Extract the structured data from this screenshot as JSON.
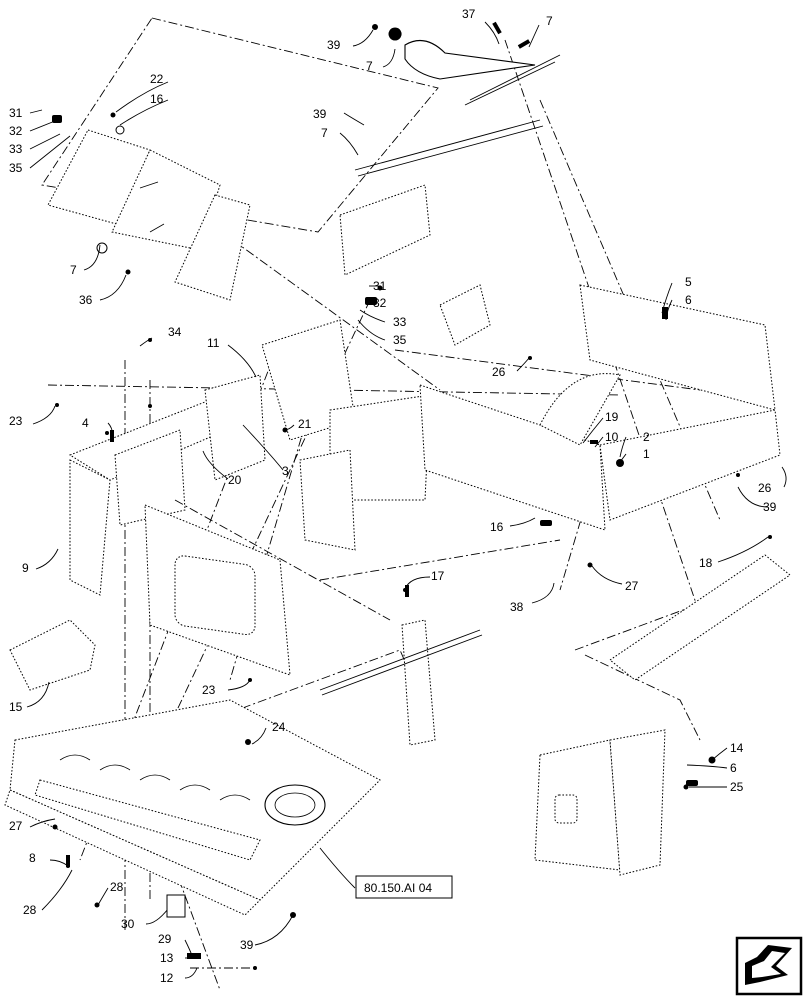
{
  "callouts": {
    "c37": "37",
    "c7a": "7",
    "c39a": "39",
    "c7b": "7",
    "c22": "22",
    "c16a": "16",
    "c31a": "31",
    "c32a": "32",
    "c33a": "33",
    "c35a": "35",
    "c39b": "39",
    "c7c": "7",
    "c7d": "7",
    "c36": "36",
    "c31b": "31",
    "c32b": "32",
    "c33b": "33",
    "c35b": "35",
    "c5": "5",
    "c6a": "6",
    "c34": "34",
    "c11": "11",
    "c26a": "26",
    "c23a": "23",
    "c4": "4",
    "c21": "21",
    "c19": "19",
    "c10": "10",
    "c2": "2",
    "c1": "1",
    "c20": "20",
    "c3": "3",
    "c26b": "26",
    "c39c": "39",
    "c9": "9",
    "c16b": "16",
    "c18": "18",
    "c17": "17",
    "c27a": "27",
    "c38": "38",
    "c15": "15",
    "c23b": "23",
    "c24": "24",
    "c14": "14",
    "c6b": "6",
    "c25": "25",
    "c27b": "27",
    "c8": "8",
    "c28a": "28",
    "c28b": "28",
    "c30": "30",
    "c29": "29",
    "c13": "13",
    "c12": "12",
    "c39d": "39"
  },
  "reference": {
    "label": "80.150.AI 04"
  },
  "icons": {
    "nav": "arrow-navigation-icon"
  }
}
